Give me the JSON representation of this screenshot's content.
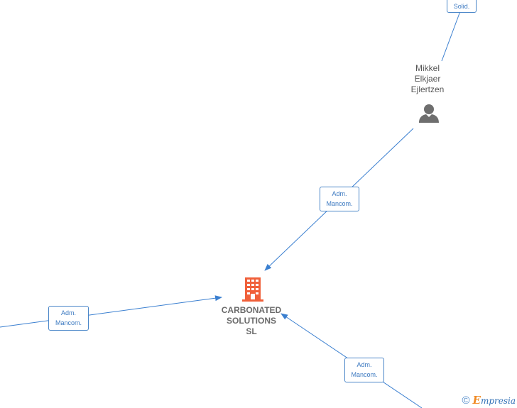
{
  "nodes": {
    "person": {
      "name_lines": [
        "Mikkel",
        "Elkjaer",
        "Ejlertzen"
      ],
      "icon": "person-icon"
    },
    "company": {
      "name_lines": [
        "CARBONATED",
        "SOLUTIONS",
        "SL"
      ],
      "icon": "building-icon",
      "color": "#f0603a"
    }
  },
  "edge_labels": {
    "top_partial": "Solid.",
    "person_to_company": [
      "Adm.",
      "Mancom."
    ],
    "left_to_company": [
      "Adm.",
      "Mancom."
    ],
    "bottom_to_company": [
      "Adm.",
      "Mancom."
    ]
  },
  "colors": {
    "edge": "#3a7fd0",
    "person_icon": "#6e6e6e"
  },
  "footer": {
    "copyright_symbol": "©",
    "brand_initial": "E",
    "brand_rest": "mpresia"
  }
}
